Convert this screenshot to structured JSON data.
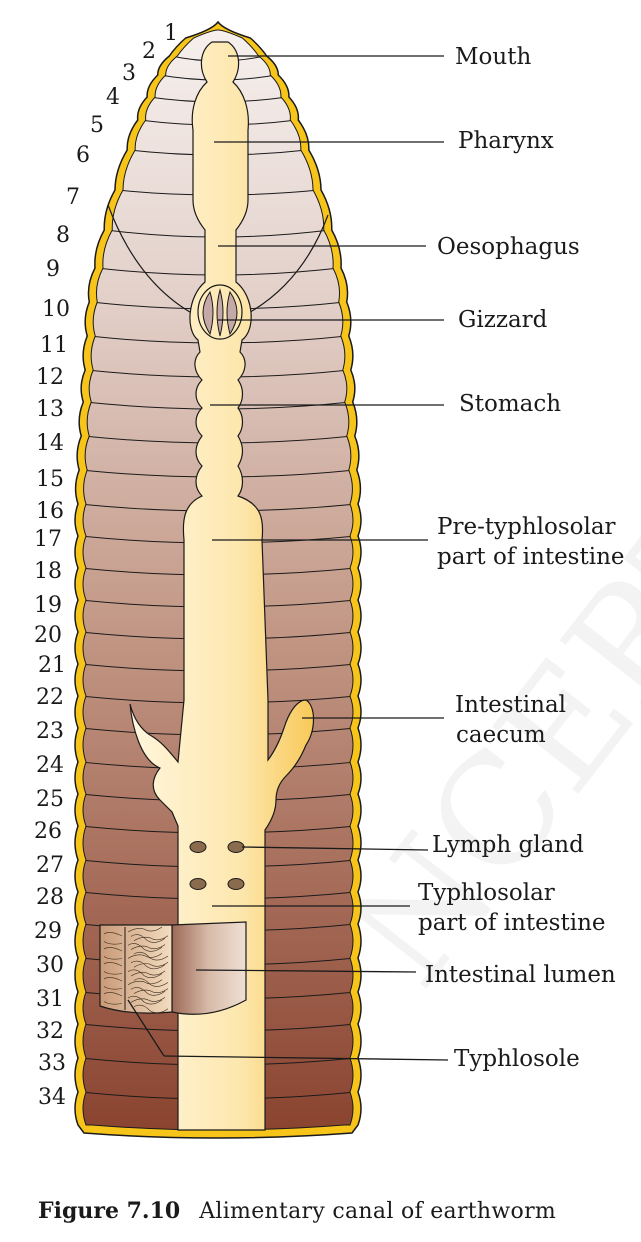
{
  "segment_numbers": [
    "1",
    "2",
    "3",
    "4",
    "5",
    "6",
    "7",
    "8",
    "9",
    "10",
    "11",
    "12",
    "13",
    "14",
    "15",
    "16",
    "17",
    "18",
    "19",
    "20",
    "21",
    "22",
    "23",
    "24",
    "25",
    "26",
    "27",
    "28",
    "29",
    "30",
    "31",
    "32",
    "33",
    "34"
  ],
  "labels": {
    "mouth": "Mouth",
    "pharynx": "Pharynx",
    "oesophagus": "Oesophagus",
    "gizzard": "Gizzard",
    "stomach": "Stomach",
    "pre_typhlosolar_1": "Pre-typhlosolar",
    "pre_typhlosolar_2": "part of intestine",
    "intestinal_caecum_1": "Intestinal",
    "intestinal_caecum_2": "caecum",
    "lymph_gland": "Lymph gland",
    "typhlosolar_1": "Typhlosolar",
    "typhlosolar_2": "part of intestine",
    "intestinal_lumen": "Intestinal lumen",
    "typhlosole": "Typhlosole"
  },
  "caption": {
    "figure": "Figure 7.10",
    "text": "Alimentary canal of earthworm"
  },
  "watermark": "© NCERT not to be republished",
  "colors": {
    "cuticle": "#f7c51a",
    "body_top": "#f4ece8",
    "body_bottom": "#8c4733",
    "canal": "#fde9b4",
    "canal_edge": "#f5c64a",
    "gizzard": "#c5a8a8",
    "lymph": "#8b6b4e"
  }
}
